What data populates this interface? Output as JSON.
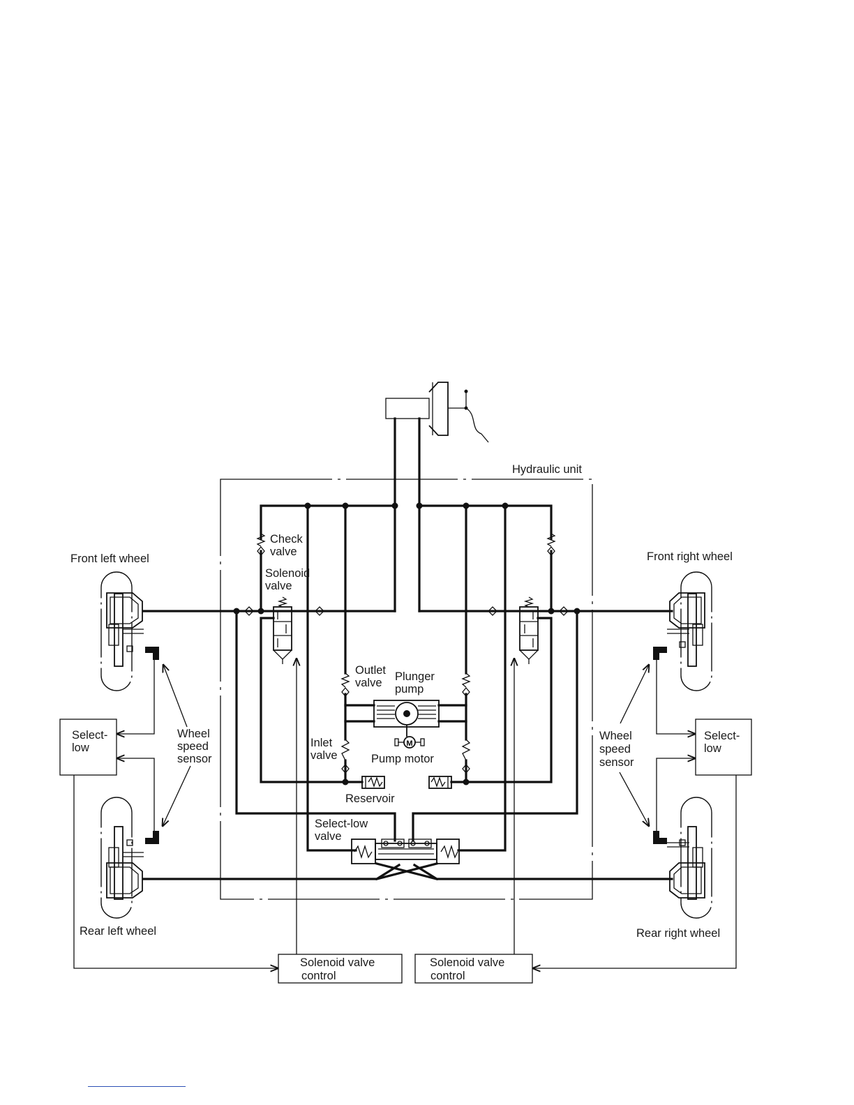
{
  "diagram": {
    "labels": {
      "hydraulic_unit": "Hydraulic unit",
      "front_left_wheel": "Front left wheel",
      "front_right_wheel": "Front right wheel",
      "rear_left_wheel": "Rear left wheel",
      "rear_right_wheel": "Rear right wheel",
      "check_valve_1": "Check",
      "check_valve_2": "valve",
      "solenoid_valve_1": "Solenoid",
      "solenoid_valve_2": "valve",
      "outlet_valve_1": "Outlet",
      "outlet_valve_2": "valve",
      "plunger_pump_1": "Plunger",
      "plunger_pump_2": "pump",
      "inlet_valve_1": "Inlet",
      "inlet_valve_2": "valve",
      "pump_motor": "Pump motor",
      "reservoir": "Reservoir",
      "select_low_valve_1": "Select-low",
      "select_low_valve_2": "valve",
      "select_low_left_1": "Select-",
      "select_low_left_2": "low",
      "select_low_right_1": "Select-",
      "select_low_right_2": "low",
      "wheel_speed_sensor_left_1": "Wheel",
      "wheel_speed_sensor_left_2": "speed",
      "wheel_speed_sensor_left_3": "sensor",
      "wheel_speed_sensor_right_1": "Wheel",
      "wheel_speed_sensor_right_2": "speed",
      "wheel_speed_sensor_right_3": "sensor",
      "solenoid_control_left_1": "Solenoid valve",
      "solenoid_control_left_2": "control",
      "solenoid_control_right_1": "Solenoid valve",
      "solenoid_control_right_2": "control",
      "motor_symbol": "M"
    }
  }
}
